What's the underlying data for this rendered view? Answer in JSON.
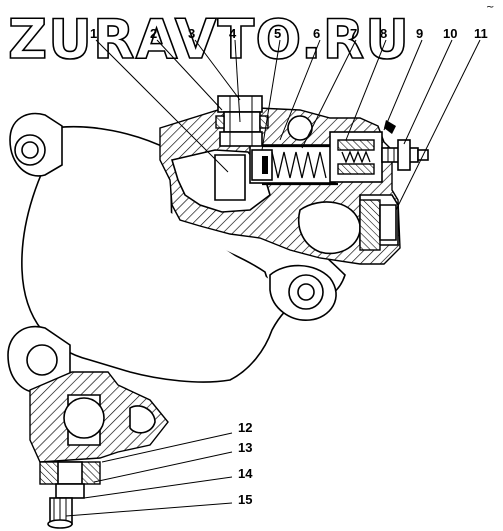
{
  "watermark": "ZURAVTO.RU",
  "corner_mark": "~",
  "callouts": [
    "1",
    "2",
    "3",
    "4",
    "5",
    "6",
    "7",
    "8",
    "9",
    "10",
    "11",
    "12",
    "13",
    "14",
    "15"
  ]
}
